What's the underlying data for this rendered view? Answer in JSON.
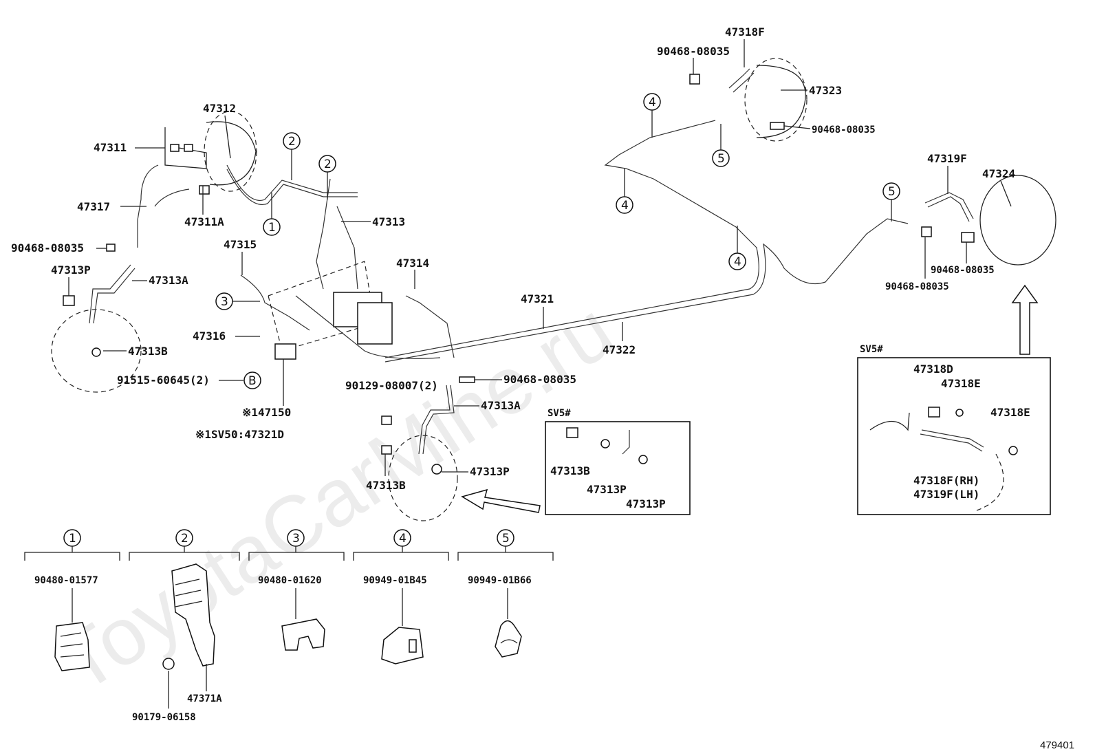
{
  "watermark": "ToyotaCarMine.ru",
  "figure_code": "479401",
  "parts": {
    "p47312": "47312",
    "p47311": "47311",
    "p47317": "47317",
    "p47311A": "47311A",
    "p90468_left": "90468-08035",
    "p47313P_left": "47313P",
    "p47313A_left": "47313A",
    "p47313B_left": "47313B",
    "p47315": "47315",
    "p47313": "47313",
    "p47314": "47314",
    "p47316": "47316",
    "p91515": "91515-60645(2)",
    "p147150": "※147150",
    "p47321D": "※1SV50:47321D",
    "p47321": "47321",
    "p47322": "47322",
    "p90129": "90129-08007(2)",
    "p90468_mid": "90468-08035",
    "p47313A_mid": "47313A",
    "p47313B_mid": "47313B",
    "p47313P_mid": "47313P",
    "p47318F_top": "47318F",
    "p90468_top": "90468-08035",
    "p47323": "47323",
    "p90468_top2": "90468-08035",
    "p47319F": "47319F",
    "p47324": "47324",
    "p90468_right1": "90468-08035",
    "p90468_right2": "90468-08035"
  },
  "sv5_box_mid": {
    "title": "SV5#",
    "labels": [
      "47313B",
      "47313P",
      "47313P"
    ]
  },
  "sv5_box_right": {
    "title": "SV5#",
    "labels": [
      "47318D",
      "47318E",
      "47318E",
      "47318F(RH)",
      "47319F(LH)"
    ]
  },
  "callouts": {
    "c1": "1",
    "c2": "2",
    "c3": "3",
    "c4": "4",
    "c5": "5",
    "cB": "B"
  },
  "clamps": [
    {
      "num": "1",
      "part": "90480-01577"
    },
    {
      "num": "2",
      "part": "47371A",
      "extra": "90179-06158"
    },
    {
      "num": "3",
      "part": "90480-01620"
    },
    {
      "num": "4",
      "part": "90949-01B45"
    },
    {
      "num": "5",
      "part": "90949-01B66"
    }
  ]
}
